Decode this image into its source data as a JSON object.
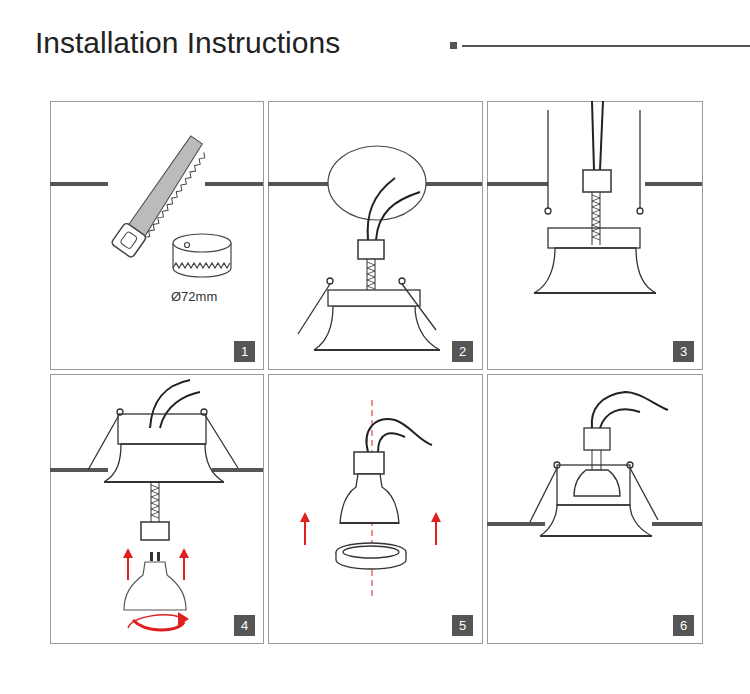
{
  "diagram": {
    "title": "Installation Instructions",
    "nodes": [
      {
        "text": [
          "1"
        ]
      },
      {
        "text": [
          "2"
        ]
      },
      {
        "text": [
          "3"
        ]
      },
      {
        "text": [
          "4"
        ]
      },
      {
        "text": [
          "5"
        ]
      },
      {
        "text": [
          "6"
        ]
      }
    ],
    "labels": [
      "Ø72mm"
    ]
  }
}
